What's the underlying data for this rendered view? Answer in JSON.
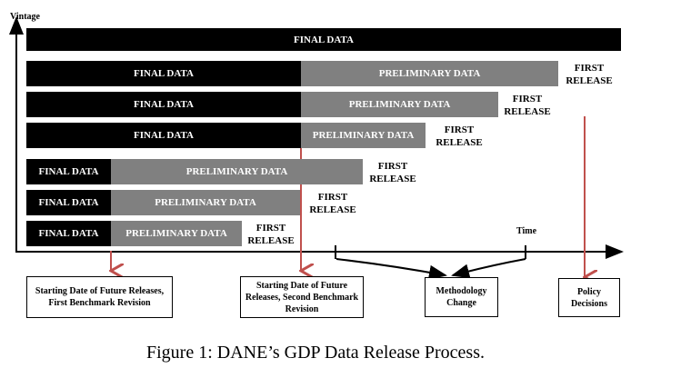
{
  "axis": {
    "y_label": "Vintage",
    "x_label": "Time"
  },
  "rows": [
    {
      "final": "FINAL DATA",
      "preliminary": "",
      "release": ""
    },
    {
      "final": "FINAL DATA",
      "preliminary": "PRELIMINARY DATA",
      "release": "FIRST\nRELEASE"
    },
    {
      "final": "FINAL DATA",
      "preliminary": "PRELIMINARY DATA",
      "release": "FIRST\nRELEASE"
    },
    {
      "final": "FINAL DATA",
      "preliminary": "PRELIMINARY DATA",
      "release": "FIRST\nRELEASE"
    },
    {
      "final": "FINAL DATA",
      "preliminary": "PRELIMINARY DATA",
      "release": "FIRST\nRELEASE"
    },
    {
      "final": "FINAL DATA",
      "preliminary": "PRELIMINARY DATA",
      "release": "FIRST\nRELEASE"
    },
    {
      "final": "FINAL DATA",
      "preliminary": "PRELIMINARY DATA",
      "release": "FIRST\nRELEASE"
    }
  ],
  "boxes": {
    "first_benchmark": "Starting Date of Future Releases, First Benchmark Revision",
    "second_benchmark": "Starting Date of Future Releases, Second Benchmark Revision",
    "methodology": "Methodology Change",
    "policy": "Policy Decisions"
  },
  "caption": "Figure 1: DANE’s GDP Data Release Process.",
  "colors": {
    "final": "#000000",
    "preliminary": "#808080",
    "arrow_red": "#c0504d",
    "axis": "#000000"
  }
}
